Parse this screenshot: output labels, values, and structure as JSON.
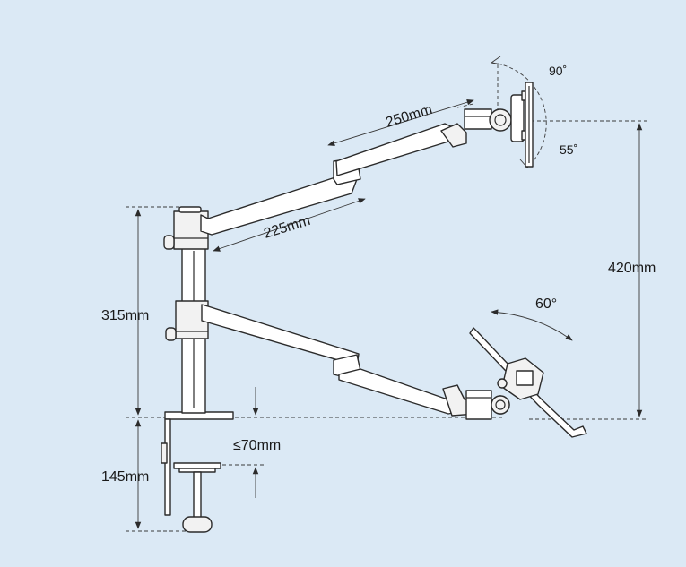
{
  "dimensions": {
    "upper_arm_length": "250mm",
    "lower_upper_arm_length": "225mm",
    "tilt_up": "90˚",
    "tilt_down": "55˚",
    "max_height": "420mm",
    "laptop_tilt": "60°",
    "pole_height": "315mm",
    "clamp_height": "145mm",
    "desk_thickness": "≤70mm"
  }
}
